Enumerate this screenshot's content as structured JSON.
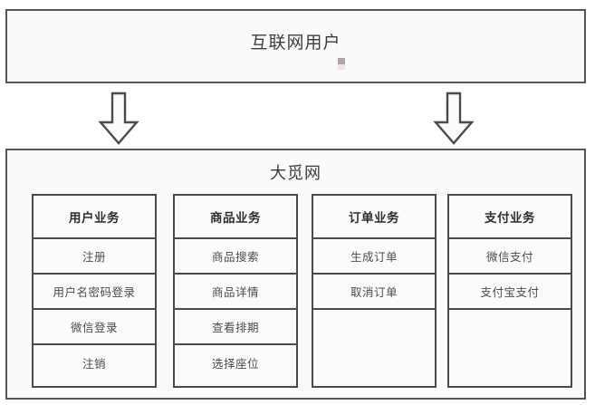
{
  "diagram": {
    "actor": {
      "label": "互联网用户"
    },
    "flow": {
      "arrow_left_name": "down-arrow-icon",
      "arrow_right_name": "down-arrow-icon"
    },
    "platform": {
      "title": "大觅网",
      "columns": [
        {
          "header": "用户业务",
          "items": [
            "注册",
            "用户名密码登录",
            "微信登录",
            "注销"
          ]
        },
        {
          "header": "商品业务",
          "items": [
            "商品搜索",
            "商品详情",
            "查看排期",
            "选择座位"
          ]
        },
        {
          "header": "订单业务",
          "items": [
            "生成订单",
            "取消订单"
          ]
        },
        {
          "header": "支付业务",
          "items": [
            "微信支付",
            "支付宝支付"
          ]
        }
      ]
    },
    "colors": {
      "border": "#4a4a4a",
      "outer_border": "#555555",
      "fill": "#fafafa",
      "text": "#3c3c3c"
    }
  }
}
